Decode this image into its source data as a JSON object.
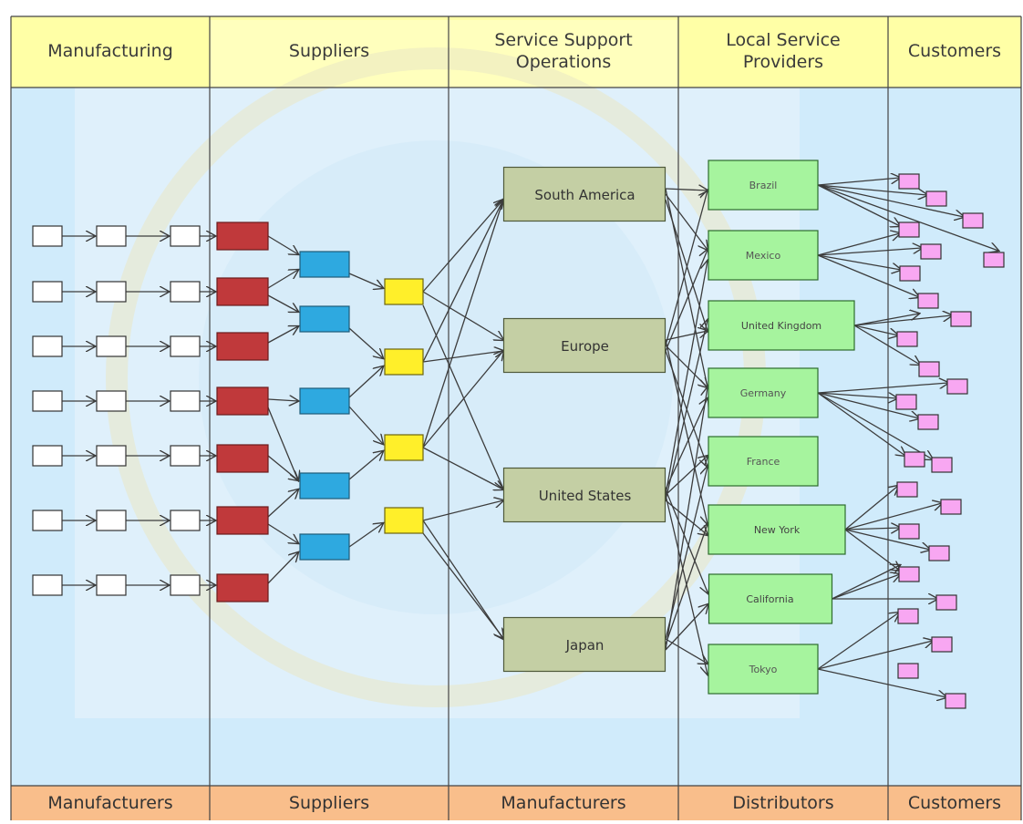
{
  "headers": [
    "Manufacturing",
    "Suppliers",
    "Service Support\nOperations",
    "Local Service\nProviders",
    "Customers"
  ],
  "footers": [
    "Manufacturers",
    "Suppliers",
    "Manufacturers",
    "Distributors",
    "Customers"
  ],
  "regions": [
    "South America",
    "Europe",
    "United States",
    "Japan"
  ],
  "providers": [
    "Brazil",
    "Mexico",
    "United Kingdom",
    "Germany",
    "France",
    "New York",
    "California",
    "Tokyo"
  ],
  "colors": {
    "header_bg": "#ffffa6",
    "footer_bg": "#f9be8b",
    "body_bg": "#d0ebfb",
    "watermark_bg": "#e4f2fb",
    "red_box": "#c0393b",
    "blue_box": "#2ea9e0",
    "yellow_box": "#ffef2a",
    "region_box": "#c4cfa4",
    "provider_box": "#a6f49e",
    "customer_box": "#f8a7f2",
    "white_box": "#ffffff",
    "arrow": "#3c3c3c"
  }
}
